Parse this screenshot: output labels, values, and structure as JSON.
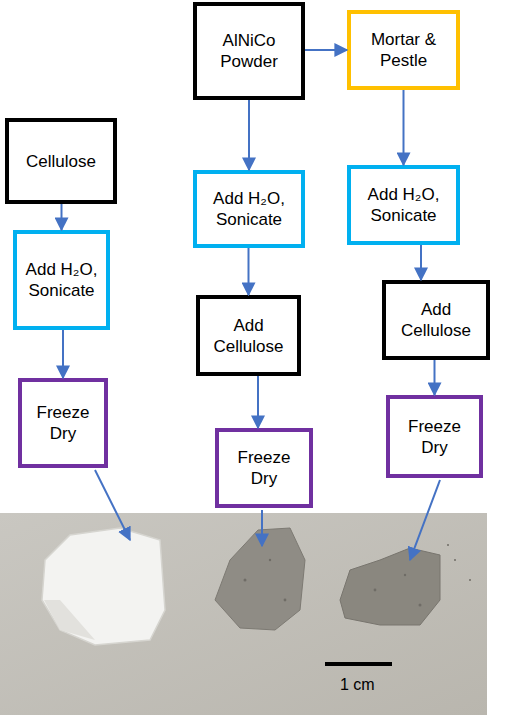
{
  "diagram": {
    "nodes": [
      {
        "text": [
          "AlNiCo Powder"
        ]
      },
      {
        "text": [
          "Mortar & Pestle"
        ]
      },
      {
        "text": [
          "Cellulose"
        ]
      },
      {
        "text": [
          "Add H₂O, Sonicate"
        ]
      },
      {
        "text": [
          "Add H₂O, Sonicate"
        ]
      },
      {
        "text": [
          "Add H₂O, Sonicate"
        ]
      },
      {
        "text": [
          "Add Cellulose"
        ]
      },
      {
        "text": [
          "Add Cellulose"
        ]
      },
      {
        "text": [
          "Freeze Dry"
        ]
      },
      {
        "text": [
          "Freeze Dry"
        ]
      },
      {
        "text": [
          "Freeze Dry"
        ]
      }
    ],
    "edges": [
      {
        "from": 0,
        "to": 1,
        "arrow": "to"
      },
      {
        "from": 0,
        "to": 4,
        "arrow": "to"
      },
      {
        "from": 1,
        "to": 5,
        "arrow": "to"
      },
      {
        "from": 2,
        "to": 3,
        "arrow": "to"
      },
      {
        "from": 3,
        "to": 8,
        "arrow": "to"
      },
      {
        "from": 4,
        "to": 6,
        "arrow": "to"
      },
      {
        "from": 5,
        "to": 7,
        "arrow": "to"
      },
      {
        "from": 6,
        "to": 9,
        "arrow": "to"
      },
      {
        "from": 7,
        "to": 10,
        "arrow": "to"
      }
    ],
    "labels": [
      "1 cm"
    ]
  }
}
